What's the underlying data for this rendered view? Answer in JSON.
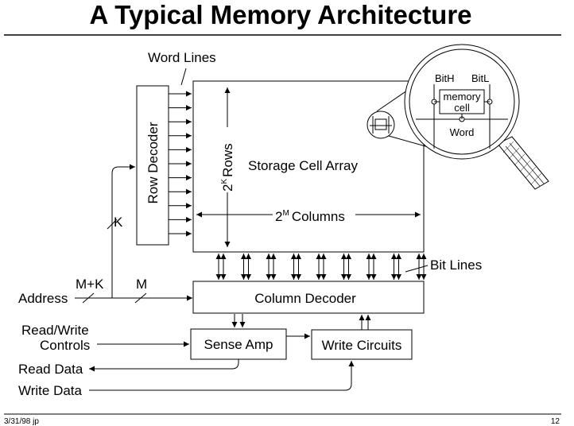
{
  "title": "A Typical Memory Architecture",
  "labels": {
    "word_lines": "Word Lines",
    "row_decoder": "Row Decoder",
    "rows": "2K Rows",
    "rows_base": "2",
    "rows_exp": "K",
    "rows_word": "Rows",
    "storage": "Storage Cell Array",
    "columns_base": "2",
    "columns_exp": "M",
    "columns_word": "Columns",
    "k": "K",
    "bit_lines": "Bit Lines",
    "m_plus_k": "M+K",
    "m": "M",
    "address": "Address",
    "column_decoder": "Column Decoder",
    "read_write_1": "Read/Write",
    "read_write_2": "Controls",
    "sense_amp": "Sense Amp",
    "write_circuits": "Write Circuits",
    "read_data": "Read Data",
    "write_data": "Write Data"
  },
  "magnifier": {
    "bith": "BitH",
    "bitl": "BitL",
    "memory": "memory",
    "cell": "cell",
    "word": "Word"
  },
  "footer": {
    "left": "3/31/98  jp",
    "right": "12"
  }
}
